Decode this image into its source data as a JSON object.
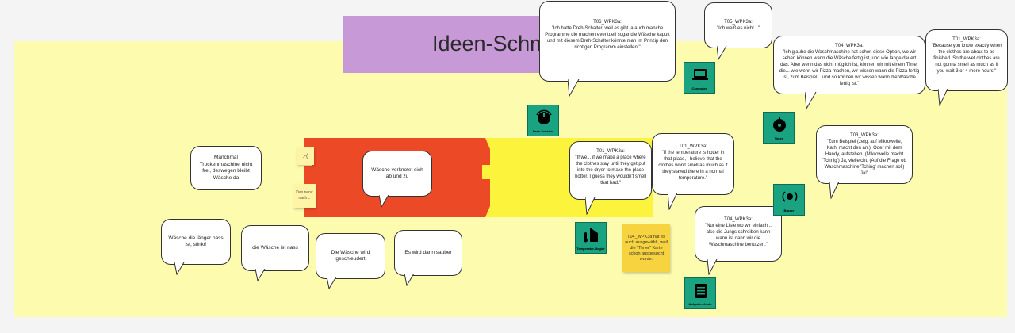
{
  "board": {
    "title": "Ideen-Schm",
    "colors": {
      "background": "#f4f4f4",
      "area": "#fdfbae",
      "title": "#c799d6",
      "red": "#ec4a26",
      "yellow": "#fcf43c",
      "card": "#1aa380",
      "sticky": "#f6d33f"
    }
  },
  "stickies": {
    "smiley": ":-(",
    "nerv": "Das nervt nach...",
    "note": "T04_WPK3a hat es auch ausgewählt, weil die \"Timer\" Karte schon ausgesucht wurde."
  },
  "cards": [
    {
      "name": "dreh-schalter-card",
      "label": "Dreh-Schalter",
      "icon": "knob-icon"
    },
    {
      "name": "computer-card",
      "label": "Computer",
      "icon": "laptop-icon"
    },
    {
      "name": "timer-card",
      "label": "Timer",
      "icon": "timer-icon"
    },
    {
      "name": "buzzer-card",
      "label": "Buzzer",
      "icon": "buzzer-icon"
    },
    {
      "name": "temperatur-regler-card",
      "label": "Temperatur-Regler",
      "icon": "thermostat-icon"
    },
    {
      "name": "aufgaben-liste-card",
      "label": "Aufgaben-Liste",
      "icon": "clipboard-icon"
    }
  ],
  "bubbles": {
    "trocken": "Manchmal Trockenmaschine nicht frei, deswegen bleibt Wäsche da",
    "verknotet": "Wäsche verknotet sich ab und zu",
    "nass": "Wäsche die länger nass ist, stinkt!",
    "wasche_nass": "die Wäsche ist nass",
    "geschleudert": "Die Wäsche wird geschleudert",
    "sauber": "Es wird dann sauber",
    "t06": "T06_WPK3a:\n\"Ich hatte Dreh-Schalter, weil es gibt ja auch manche Programme die machen eventuell sogar die Wäsche kaputt und mit diesem Dreh-Schalter könnte man im Prinzip den richtigen Programm einstellen.\"",
    "t05": "T05_WPK3a:\n\"Ich weiß es nicht...\"",
    "t04_timer": "T04_WPK3a:\n\"Ich glaube die Waschmaschine hat schon diese Option, wo wir sehen können wann die Wäsche fertig ist, und wie lange dauert das. Aber wenn das nicht möglich ist, können wir mit einem Timer die... wie wenn wir Pizza machen, wir wissen wann die Pizza fertig ist, zum Beispiel... und so können wir wissen wann die Wäsche fertig ist.\"",
    "t01_exact": "T01_WPK3a:\n\"Because you know exactly when the clothes are about to be finished. So the wet clothes are not gonna smell as much as if you wait 3 or 4 more hours.\"",
    "t01_place": "T01_WPK3a:\n\"If we... if we make a place where the clothes stay until they get put into the dryer to make the place hotter, I guess they wouldn't smell that bad.\"",
    "t01_temp": "T01_WPK3a:\n\"If the temperature is hotter in that place, I believe that the clothes won't smell as much as if they stayed there in a normal temperature.\"",
    "t03": "T03_WPK3a:\n\"Zum Beispiel (zeigt auf Mikrowelle, Kathi macht den an.). Oder mit dem Handy, aufstehen. (Mikrowelle macht 'Tchnig') Ja, vielleicht. (Auf die Frage ob Waschmaschine 'Tching' machen soll) Ja!\"",
    "t04_liste": "T04_WPK3a:\n\"Nur eine Liste wo wir einfach... also die Jungs schreiben kann wann ist dann wir die Waschmaschine benutzen.\""
  }
}
